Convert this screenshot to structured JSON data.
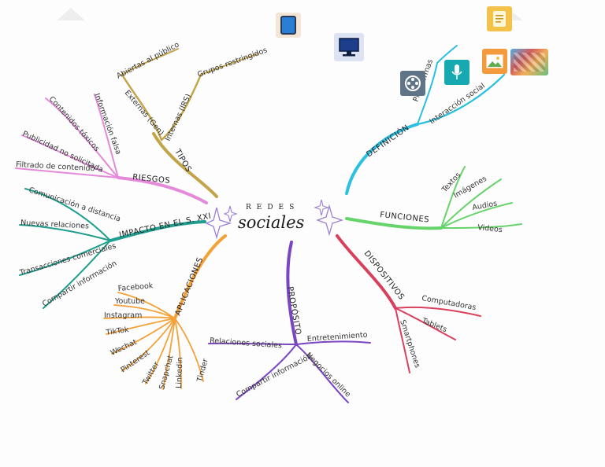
{
  "center": {
    "top": "REDES",
    "main": "sociales"
  },
  "branches": {
    "tipos": {
      "label": "TIPOS",
      "color": "#c2a54a",
      "externas": "Externas (Gen)",
      "externas_leaf": "Abiertas al público",
      "internas": "Internas (IRS)",
      "internas_leaf": "Grupos restringidos"
    },
    "riesgos": {
      "label": "RIESGOS",
      "color": "#e48ad9",
      "items": [
        "Información falsa",
        "Contenidos tóxicos",
        "Publicidad no solicitada",
        "Filtrado de contenido"
      ]
    },
    "impacto": {
      "label": "IMPACTO EN EL S. XXI",
      "color": "#1f9e8f",
      "items": [
        "Comunicación a distancia",
        "Nuevas relaciones",
        "Transacciones comerciales",
        "Compartir información"
      ]
    },
    "aplicaciones": {
      "label": "APLICACIONES",
      "color": "#f4a137",
      "items": [
        "Facebook",
        "Youtube",
        "Instagram",
        "TikTok",
        "Wechat",
        "Pinterest",
        "Twitter",
        "Snapchat",
        "Linkedin",
        "Tinder"
      ]
    },
    "proposito": {
      "label": "PROPÓSITO",
      "color": "#7b46c2",
      "items": [
        "Relaciones sociales",
        "Entretenimiento",
        "Compartir información",
        "Negocios online"
      ]
    },
    "dispositivos": {
      "label": "DISPOSITIVOS",
      "color": "#d8405c",
      "items": [
        "Computadoras",
        "Tablets",
        "Smartphones"
      ]
    },
    "funciones": {
      "label": "FUNCIONES",
      "color": "#66d46a",
      "items": [
        "Textos",
        "Imágenes",
        "Audios",
        "Videos"
      ]
    },
    "definicion": {
      "label": "DEFINICIÓN",
      "color": "#2bbfe0",
      "items": [
        "Interacción social",
        "Plataformas"
      ]
    }
  },
  "desktop_icons": [
    {
      "name": "tablet-icon",
      "bg": "#f4e6d6",
      "fg": "#2a7fd4"
    },
    {
      "name": "computer-icon",
      "bg": "#dde3f3",
      "fg": "#1d3e8a"
    },
    {
      "name": "notes-icon",
      "bg": "#f3c24b",
      "fg": "#ffffff"
    },
    {
      "name": "film-reel-icon",
      "bg": "#5f7486",
      "fg": "#ffffff"
    },
    {
      "name": "microphone-icon",
      "bg": "#16a9b2",
      "fg": "#ffffff"
    },
    {
      "name": "picture-icon",
      "bg": "#f39a3c",
      "fg": "#ffffff"
    },
    {
      "name": "photo-collage-icon",
      "bg": "#c94444",
      "fg": "#3aa0e0"
    }
  ]
}
